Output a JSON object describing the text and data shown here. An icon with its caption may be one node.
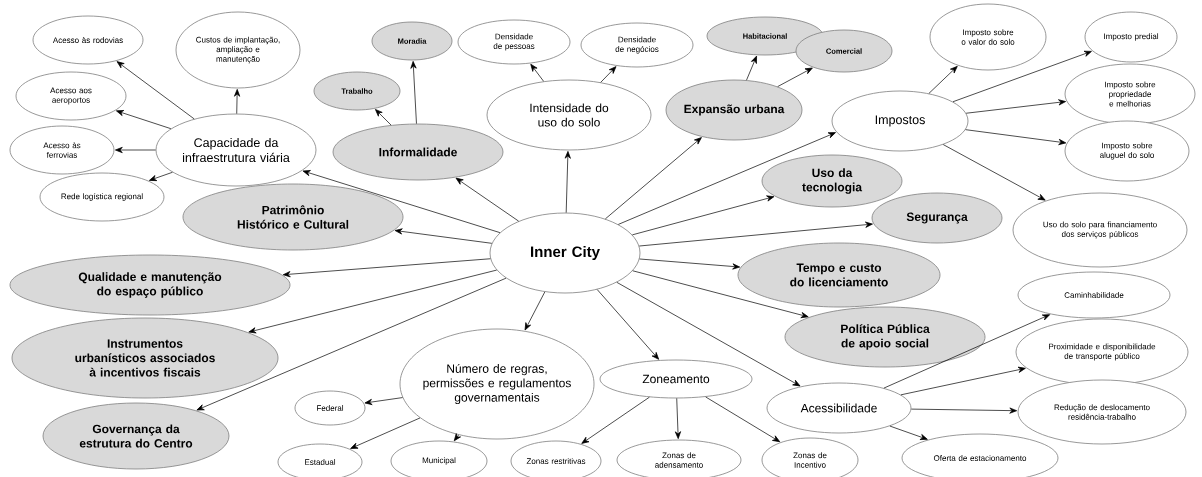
{
  "diagram": {
    "nodes": [
      {
        "text": [
          "Inner City"
        ]
      },
      {
        "text": [
          "Capacidade da infraestrutura viária"
        ]
      },
      {
        "text": [
          "Acesso às rodovias"
        ]
      },
      {
        "text": [
          "Custos de implantação, ampliação e manutenção"
        ]
      },
      {
        "text": [
          "Acesso aos aeroportos"
        ]
      },
      {
        "text": [
          "Acesso às ferrovias"
        ]
      },
      {
        "text": [
          "Rede logística regional"
        ]
      },
      {
        "text": [
          "Informalidade"
        ]
      },
      {
        "text": [
          "Trabalho"
        ]
      },
      {
        "text": [
          "Moradia"
        ]
      },
      {
        "text": [
          "Intensidade do uso do solo"
        ]
      },
      {
        "text": [
          "Densidade de pessoas"
        ]
      },
      {
        "text": [
          "Densidade de negócios"
        ]
      },
      {
        "text": [
          "Expansão urbana"
        ]
      },
      {
        "text": [
          "Habitacional"
        ]
      },
      {
        "text": [
          "Comercial"
        ]
      },
      {
        "text": [
          "Impostos"
        ]
      },
      {
        "text": [
          "Imposto sobre o valor do solo"
        ]
      },
      {
        "text": [
          "Imposto predial"
        ]
      },
      {
        "text": [
          "Imposto sobre propriedade e melhorias"
        ]
      },
      {
        "text": [
          "Imposto sobre aluguel do solo"
        ]
      },
      {
        "text": [
          "Uso do solo para financiamento dos serviços públicos"
        ]
      },
      {
        "text": [
          "Patrimônio Histórico e Cultural"
        ]
      },
      {
        "text": [
          "Uso da tecnologia"
        ]
      },
      {
        "text": [
          "Segurança"
        ]
      },
      {
        "text": [
          "Qualidade e manutenção do espaço público"
        ]
      },
      {
        "text": [
          "Tempo e custo do licenciamento"
        ]
      },
      {
        "text": [
          "Instrumentos urbanísticos associados à incentivos fiscais"
        ]
      },
      {
        "text": [
          "Número de regras, permissões e regulamentos governamentais"
        ]
      },
      {
        "text": [
          "Política Pública de apoio social"
        ]
      },
      {
        "text": [
          "Governança da estrutura do Centro"
        ]
      },
      {
        "text": [
          "Federal"
        ]
      },
      {
        "text": [
          "Estadual"
        ]
      },
      {
        "text": [
          "Municipal"
        ]
      },
      {
        "text": [
          "Zoneamento"
        ]
      },
      {
        "text": [
          "Zonas restritivas"
        ]
      },
      {
        "text": [
          "Zonas de adensamento"
        ]
      },
      {
        "text": [
          "Zonas de Incentivo"
        ]
      },
      {
        "text": [
          "Acessibilidade"
        ]
      },
      {
        "text": [
          "Caminhabilidade"
        ]
      },
      {
        "text": [
          "Proximidade e disponibilidade de transporte público"
        ]
      },
      {
        "text": [
          "Redução de deslocamento residência-trabalho"
        ]
      },
      {
        "text": [
          "Oferta de estacionamento"
        ]
      }
    ],
    "edges": [
      {
        "from": 0,
        "to": 1,
        "arrow": "to"
      },
      {
        "from": 0,
        "to": 7,
        "arrow": "to"
      },
      {
        "from": 0,
        "to": 10,
        "arrow": "to"
      },
      {
        "from": 0,
        "to": 13,
        "arrow": "to"
      },
      {
        "from": 0,
        "to": 16,
        "arrow": "to"
      },
      {
        "from": 0,
        "to": 22,
        "arrow": "to"
      },
      {
        "from": 0,
        "to": 23,
        "arrow": "to"
      },
      {
        "from": 0,
        "to": 24,
        "arrow": "to"
      },
      {
        "from": 0,
        "to": 25,
        "arrow": "to"
      },
      {
        "from": 0,
        "to": 26,
        "arrow": "to"
      },
      {
        "from": 0,
        "to": 27,
        "arrow": "to"
      },
      {
        "from": 0,
        "to": 28,
        "arrow": "to"
      },
      {
        "from": 0,
        "to": 29,
        "arrow": "to"
      },
      {
        "from": 0,
        "to": 30,
        "arrow": "to"
      },
      {
        "from": 0,
        "to": 34,
        "arrow": "to"
      },
      {
        "from": 0,
        "to": 38,
        "arrow": "to"
      },
      {
        "from": 1,
        "to": 2,
        "arrow": "to"
      },
      {
        "from": 1,
        "to": 3,
        "arrow": "to"
      },
      {
        "from": 1,
        "to": 4,
        "arrow": "to"
      },
      {
        "from": 1,
        "to": 5,
        "arrow": "to"
      },
      {
        "from": 1,
        "to": 6,
        "arrow": "to"
      },
      {
        "from": 7,
        "to": 8,
        "arrow": "to"
      },
      {
        "from": 7,
        "to": 9,
        "arrow": "to"
      },
      {
        "from": 10,
        "to": 11,
        "arrow": "to"
      },
      {
        "from": 10,
        "to": 12,
        "arrow": "to"
      },
      {
        "from": 13,
        "to": 14,
        "arrow": "to"
      },
      {
        "from": 13,
        "to": 15,
        "arrow": "to"
      },
      {
        "from": 16,
        "to": 17,
        "arrow": "to"
      },
      {
        "from": 16,
        "to": 18,
        "arrow": "to"
      },
      {
        "from": 16,
        "to": 19,
        "arrow": "to"
      },
      {
        "from": 16,
        "to": 20,
        "arrow": "to"
      },
      {
        "from": 16,
        "to": 21,
        "arrow": "to"
      },
      {
        "from": 28,
        "to": 31,
        "arrow": "to"
      },
      {
        "from": 28,
        "to": 32,
        "arrow": "to"
      },
      {
        "from": 28,
        "to": 33,
        "arrow": "to"
      },
      {
        "from": 34,
        "to": 35,
        "arrow": "to"
      },
      {
        "from": 34,
        "to": 36,
        "arrow": "to"
      },
      {
        "from": 34,
        "to": 37,
        "arrow": "to"
      },
      {
        "from": 38,
        "to": 39,
        "arrow": "to"
      },
      {
        "from": 38,
        "to": 40,
        "arrow": "to"
      },
      {
        "from": 38,
        "to": 41,
        "arrow": "to"
      },
      {
        "from": 38,
        "to": 42,
        "arrow": "to"
      }
    ]
  }
}
